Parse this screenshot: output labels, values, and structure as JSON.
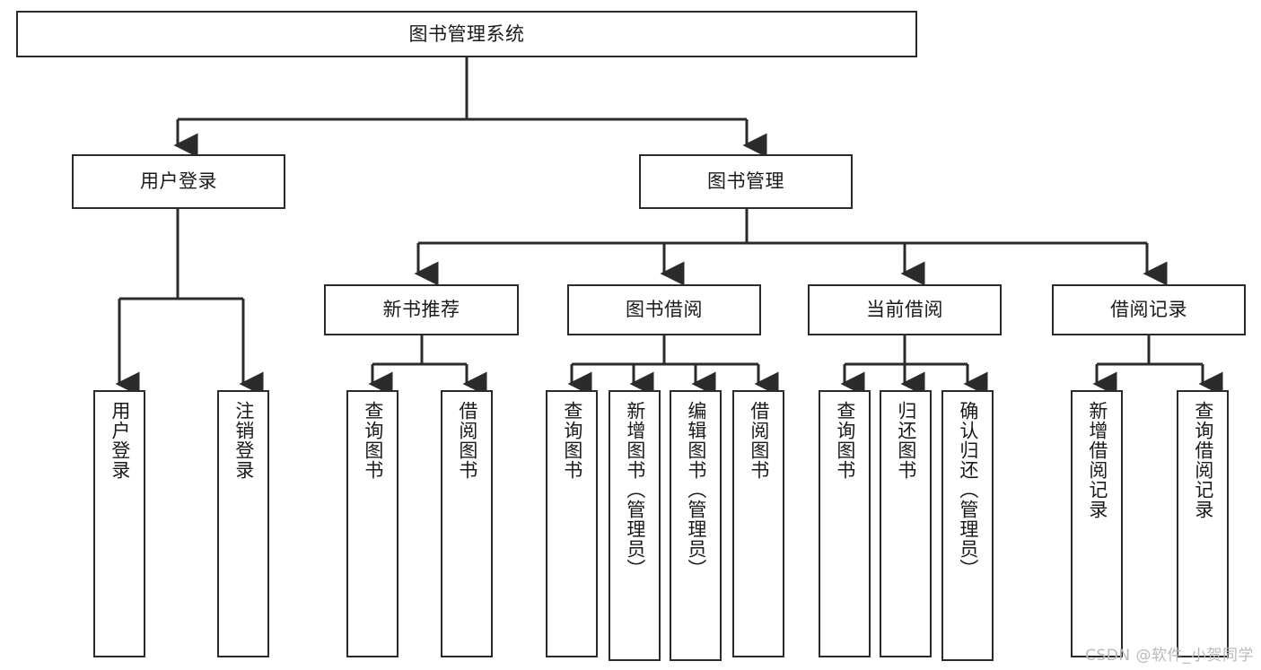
{
  "diagram": {
    "title": "图书管理系统",
    "watermark": "CSDN @软件_小贺同学",
    "colors": {
      "stroke": "#2b2b2b",
      "box_fill": "#ffffff",
      "text": "#1a1a1a",
      "watermark": "#b9b9b9",
      "background": "#ffffff"
    },
    "root": {
      "label": "图书管理系统"
    },
    "level1": [
      {
        "label": "用户登录"
      },
      {
        "label": "图书管理"
      }
    ],
    "level2": [
      {
        "label": "新书推荐"
      },
      {
        "label": "图书借阅"
      },
      {
        "label": "当前借阅"
      },
      {
        "label": "借阅记录"
      }
    ],
    "leaves": {
      "user_login": [
        {
          "label": "用户登录"
        },
        {
          "label": "注销登录"
        }
      ],
      "new_book_recommend": [
        {
          "label": "查询图书"
        },
        {
          "label": "借阅图书"
        }
      ],
      "book_borrow": [
        {
          "label": "查询图书"
        },
        {
          "label": "新增图书（管理员）"
        },
        {
          "label": "编辑图书（管理员）"
        },
        {
          "label": "借阅图书"
        }
      ],
      "current_borrow": [
        {
          "label": "查询图书"
        },
        {
          "label": "归还图书"
        },
        {
          "label": "确认归还（管理员）"
        }
      ],
      "borrow_record": [
        {
          "label": "新增借阅记录"
        },
        {
          "label": "查询借阅记录"
        }
      ]
    }
  }
}
